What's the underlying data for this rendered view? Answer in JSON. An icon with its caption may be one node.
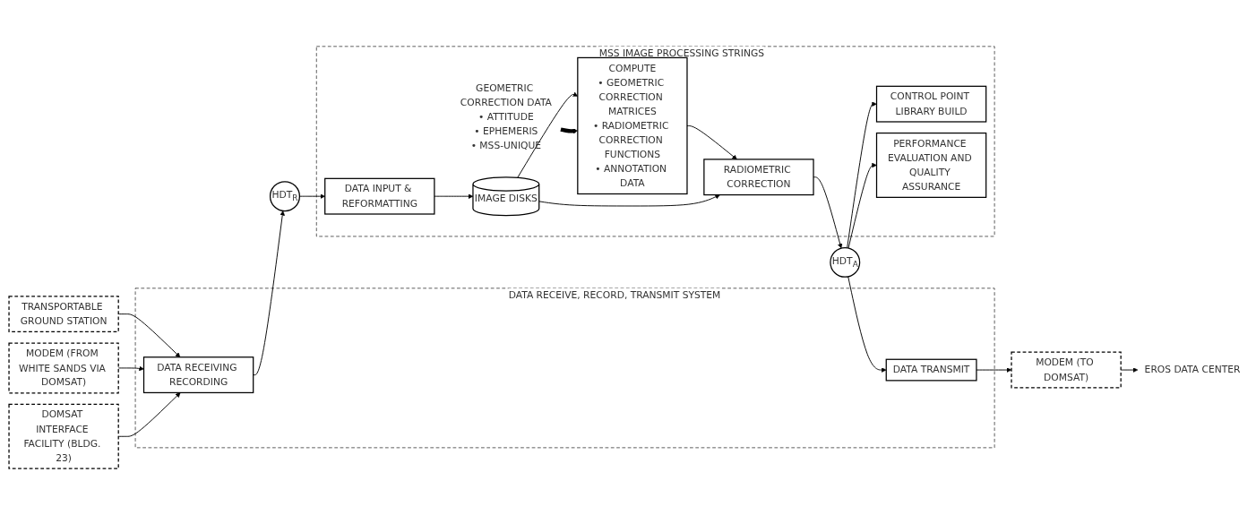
{
  "diagram": {
    "nodes": [
      {
        "text": [
          "TRANSPORTABLE GROUND STATION"
        ]
      },
      {
        "text": [
          "MODEM (FROM WHITE SANDS VIA DOMSAT)"
        ]
      },
      {
        "text": [
          "DOMSAT INTERFACE FACILITY (BLDG. 23)"
        ]
      },
      {
        "text": [
          "DATA RECEIVE, RECORD, TRANSMIT SYSTEM"
        ]
      },
      {
        "text": [
          "DATA RECEIVING RECORDING"
        ],
        "in": 3
      },
      {
        "text": [
          "HDT$_{R}$"
        ]
      },
      {
        "text": [
          "MSS IMAGE PROCESSING STRINGS"
        ]
      },
      {
        "text": [
          "DATA INPUT & REFORMATTING"
        ],
        "in": 6
      },
      {
        "text": [
          "IMAGE DISKS"
        ],
        "in": 6
      },
      {
        "text": [
          "GEOMETRIC CORRECTION DATA",
          "• ATTITUDE",
          "• EPHEMERIS",
          "• MSS-UNIQUE"
        ],
        "in": 6
      },
      {
        "text": [
          "COMPUTE",
          "• GEOMETRIC CORRECTION MATRICES",
          "• RADIOMETRIC CORRECTION FUNCTIONS",
          "• ANNOTATION DATA"
        ],
        "in": 6
      },
      {
        "text": [
          "RADIOMETRIC CORRECTION"
        ],
        "in": 6
      },
      {
        "text": [
          "HDT$_{A}$"
        ]
      },
      {
        "text": [
          "DATA TRANSMIT"
        ],
        "in": 3
      },
      {
        "text": [
          "MODEM (TO DOMSAT)"
        ]
      },
      {
        "text": [
          "EROS DATA CENTER"
        ]
      },
      {
        "text": [
          "CONTROL POINT LIBRARY BUILD"
        ],
        "in": 6
      },
      {
        "text": [
          "PERFORMANCE EVALUATION AND QUALITY ASSURANCE"
        ],
        "in": 6
      }
    ],
    "edges": [
      {
        "from": 0,
        "to": 4,
        "arrow": "to"
      },
      {
        "from": 1,
        "to": 4,
        "arrow": "to"
      },
      {
        "from": 2,
        "to": 4,
        "arrow": "to"
      },
      {
        "from": 4,
        "to": 5,
        "arrow": "to"
      },
      {
        "from": 5,
        "to": 7,
        "arrow": "to"
      },
      {
        "from": 7,
        "to": 8,
        "arrow": "to"
      },
      {
        "from": 8,
        "to": 10,
        "arrow": "to"
      },
      {
        "from": 9,
        "to": 10,
        "arrow": "to",
        "style": "thick"
      },
      {
        "from": 10,
        "to": 11,
        "arrow": "to"
      },
      {
        "from": 8,
        "to": 11,
        "arrow": "to"
      },
      {
        "from": 11,
        "to": 12,
        "arrow": "to"
      },
      {
        "from": 12,
        "to": 13,
        "arrow": "to"
      },
      {
        "from": 12,
        "to": 16,
        "arrow": "to"
      },
      {
        "from": 12,
        "to": 17,
        "arrow": "to"
      },
      {
        "from": 13,
        "to": 14,
        "arrow": "to"
      },
      {
        "from": 14,
        "to": 15,
        "arrow": "to"
      }
    ]
  }
}
